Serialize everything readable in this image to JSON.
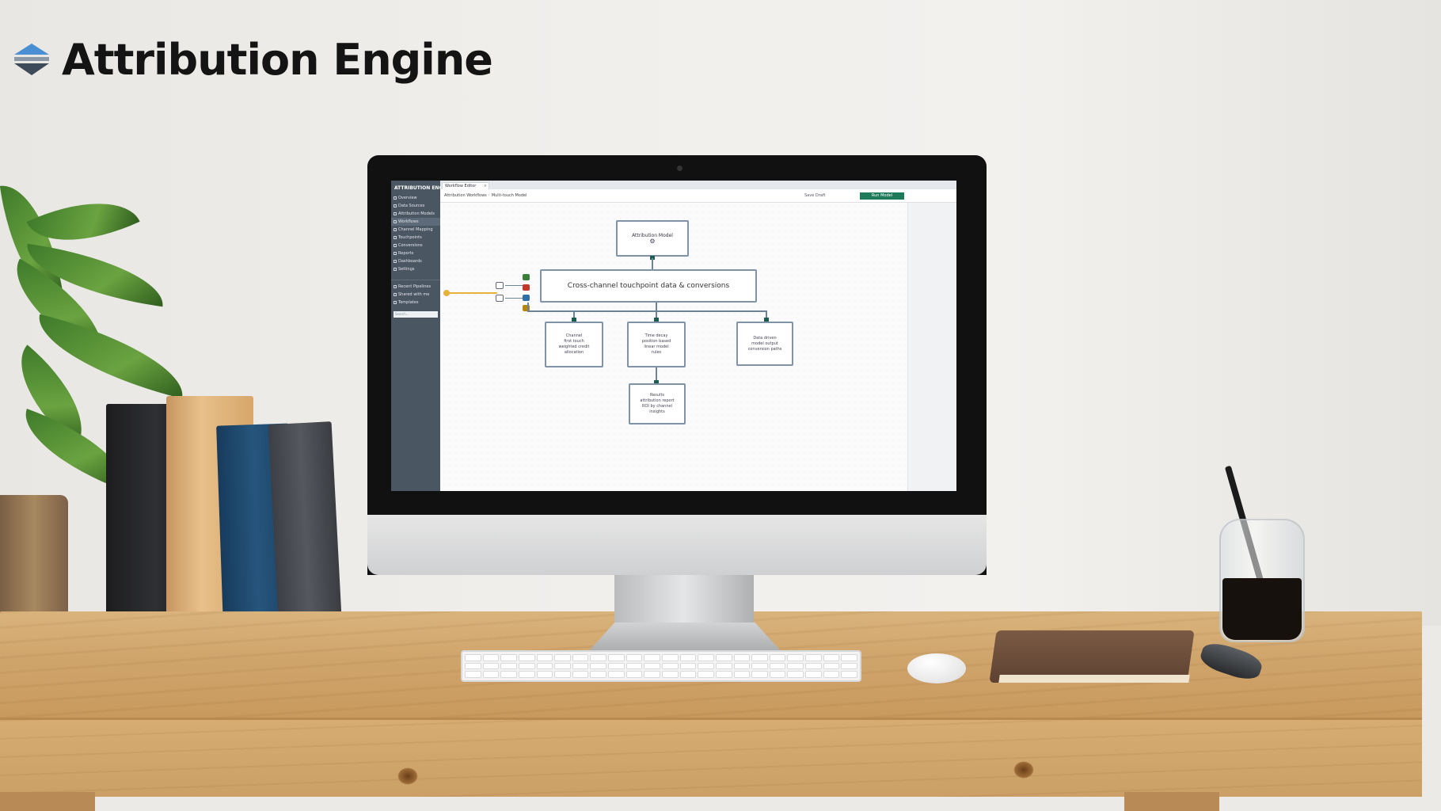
{
  "brand": {
    "title": "Attribution Engine",
    "logo_icon": "stacked-chevron-icon",
    "logo_colors": [
      "#4a8fd4",
      "#8a98a8",
      "#3d4a5a"
    ]
  },
  "app": {
    "sidebar": {
      "header": "ATTRIBUTION ENGINE",
      "items": [
        {
          "label": "Overview",
          "icon": "home-icon"
        },
        {
          "label": "Data Sources",
          "icon": "database-icon"
        },
        {
          "label": "Attribution Models",
          "icon": "model-icon"
        },
        {
          "label": "Workflows",
          "icon": "workflow-icon"
        },
        {
          "label": "Channel Mapping",
          "icon": "map-icon"
        },
        {
          "label": "Touchpoints",
          "icon": "target-icon"
        },
        {
          "label": "Conversions",
          "icon": "funnel-icon"
        },
        {
          "label": "Reports",
          "icon": "report-icon"
        },
        {
          "label": "Dashboards",
          "icon": "chart-icon"
        },
        {
          "label": "Settings",
          "icon": "gear-icon"
        }
      ],
      "section_items": [
        {
          "label": "Recent Pipelines",
          "icon": "clock-icon"
        },
        {
          "label": "Shared with me",
          "icon": "share-icon"
        },
        {
          "label": "Templates",
          "icon": "template-icon"
        }
      ],
      "search_placeholder": "Search..."
    },
    "tab": {
      "label": "Workflow Editor",
      "close_icon": "close-icon"
    },
    "breadcrumb": [
      "Attribution Workflows",
      "Multi-touch Model"
    ],
    "toolbar": {
      "secondary": "Save Draft",
      "primary": "Run Model"
    },
    "diagram": {
      "top_node": {
        "title": "Attribution Model",
        "icon": "brain-icon"
      },
      "main_node": {
        "title": "Cross-channel touchpoint data & conversions"
      },
      "children": [
        {
          "lines": [
            "Channel",
            "first touch",
            "weighted credit",
            "allocation"
          ]
        },
        {
          "lines": [
            "Time decay",
            "position based",
            "linear model",
            "rules"
          ]
        },
        {
          "lines": [
            "Data driven",
            "model output",
            "conversion paths"
          ]
        }
      ],
      "bottom_node": {
        "lines": [
          "Results",
          "attribution report",
          "ROI by channel",
          "insights"
        ]
      },
      "source_icons": [
        "web-icon",
        "email-icon",
        "social-icon",
        "ads-icon"
      ],
      "source_colors": [
        "#3a7f3a",
        "#c0392b",
        "#2f6fa8",
        "#b8860b"
      ]
    }
  }
}
